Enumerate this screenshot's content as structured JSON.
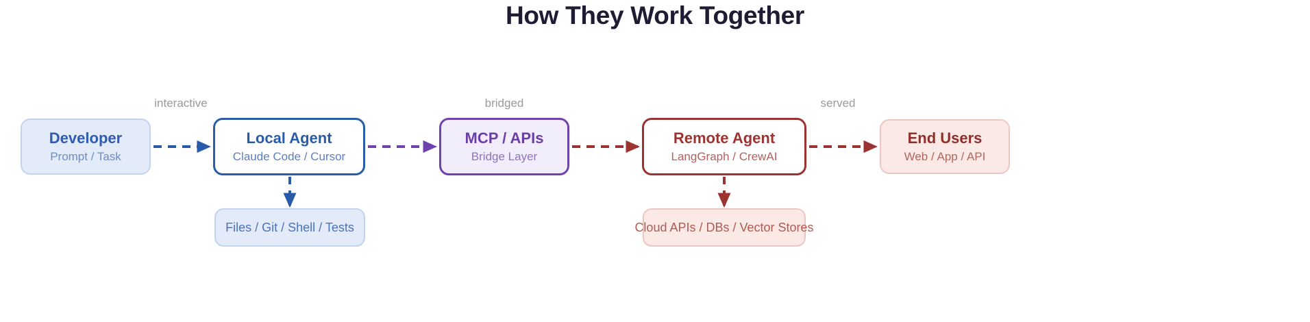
{
  "title": "How They Work Together",
  "colors": {
    "title": "#1e1b32",
    "blue_strong": "#2a5ba8",
    "blue_soft": "#4a72bd",
    "purple": "#6f43ab",
    "red": "#9c3330",
    "red_soft": "#b05a52",
    "label_gray": "#9a9a9e",
    "background": "#ffffff"
  },
  "nodes": {
    "developer": {
      "title": "Developer",
      "subtitle": "Prompt / Task"
    },
    "local_agent": {
      "title": "Local Agent",
      "subtitle": "Claude Code / Cursor"
    },
    "mcp": {
      "title": "MCP / APIs",
      "subtitle": "Bridge Layer"
    },
    "remote_agent": {
      "title": "Remote Agent",
      "subtitle": "LangGraph / CrewAI"
    },
    "end_users": {
      "title": "End Users",
      "subtitle": "Web / App / API"
    },
    "local_resources": {
      "label": "Files / Git / Shell / Tests"
    },
    "remote_resources": {
      "label": "Cloud APIs / DBs / Vector Stores"
    }
  },
  "edges": [
    {
      "id": "developer-to-local",
      "label": "interactive",
      "style": "dashed",
      "color": "#2a5ba8"
    },
    {
      "id": "local-to-mcp",
      "label": "bridged",
      "style": "dashed",
      "color": "#6f43ab"
    },
    {
      "id": "mcp-to-remote",
      "label": "",
      "style": "dashed",
      "color": "#9c3330"
    },
    {
      "id": "remote-to-endusers",
      "label": "served",
      "style": "dashed",
      "color": "#9c3330"
    },
    {
      "id": "local-to-resources",
      "label": "",
      "style": "dashed",
      "color": "#2a5ba8"
    },
    {
      "id": "remote-to-resources",
      "label": "",
      "style": "dashed",
      "color": "#9c3330"
    }
  ],
  "edge_labels": {
    "interactive": "interactive",
    "bridged": "bridged",
    "served": "served"
  }
}
